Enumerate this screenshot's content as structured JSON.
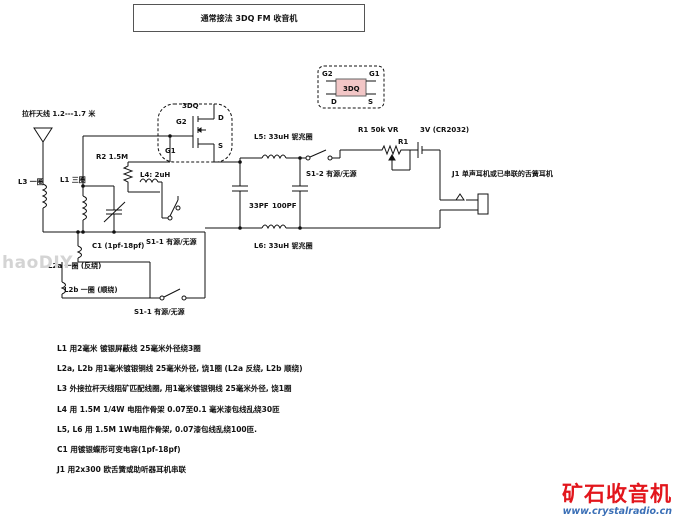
{
  "title": "通常接法 3DQ FM 收音机",
  "pinout": {
    "part": "3DQ",
    "g2": "G2",
    "g1": "G1",
    "d": "D",
    "s": "S"
  },
  "labels": {
    "antenna": "拉杆天线 1.2---1.7 米",
    "l3": "L3 一圈",
    "l1": "L1 三圈",
    "r2": "R2 1.5M",
    "l4": "L4: 2uH",
    "q_name": "3DQ",
    "q_g2": "G2",
    "q_g1": "G1",
    "q_d": "D",
    "q_s": "S",
    "l5": "L5: 33uH 铌兆圈",
    "l6": "L6: 33uH 铌兆圈",
    "c33": "33PF",
    "c100": "100PF",
    "s1_2": "S1-2 有源/无源",
    "r1vr": "R1 50k VR",
    "r1": "R1",
    "battery": "3V (CR2032)",
    "j1": "J1 单声耳机或已串联的舌簧耳机",
    "c1": "C1 (1pf-18pf)",
    "s1_1a": "S1-1 有源/无源",
    "l2a": "L2a 一圈 (反绕)",
    "l2b": "L2b 一圈 (顺绕)",
    "s1_1b": "S1-1 有源/无源"
  },
  "notes": [
    "L1 用2毫米 镀银屏蔽线 25毫米外径绕3圈",
    "L2a, L2b 用1毫米镀银铜线 25毫米外径, 饶1圈 (L2a 反绕, L2b 顺绕)",
    "L3 外接拉杆天线阻矿匹配线圈, 用1毫米镀银铜线 25毫米外径, 饶1圈",
    "L4 用 1.5M 1/4W 电阻作骨架 0.07至0.1 毫米漆包线乱绕30匝",
    "L5, L6 用 1.5M 1W电阻作骨架, 0.07漆包线乱绕100匝.",
    "C1 用镀银蝶形可变电容(1pf-18pf)",
    "J1 用2x300 欧舌簧或助听器耳机串联"
  ],
  "watermark": "haoDIY",
  "brand": {
    "name": "矿石收音机",
    "url": "www.crystalradio.cn"
  },
  "colors": {
    "pinout_fill": "#f2c6c6",
    "brand_red": "#e2161c",
    "brand_blue": "#3a6fb6"
  }
}
